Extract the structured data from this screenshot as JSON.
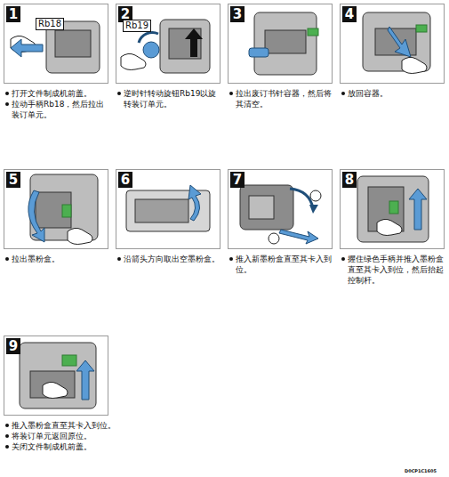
{
  "diagram": {
    "nodes": [
      {
        "text": [
          "1",
          "打开文件制成机前盖。",
          "拉动手柄Rb18，然后拉出装订单元。"
        ]
      },
      {
        "text": [
          "2",
          "逆时针转动旋钮Rb19以旋转装订单元。"
        ]
      },
      {
        "text": [
          "3",
          "拉出废订书针容器，然后将其清空。"
        ]
      },
      {
        "text": [
          "4",
          "放回容器。"
        ]
      },
      {
        "text": [
          "5",
          "拉出墨粉盒。"
        ]
      },
      {
        "text": [
          "6",
          "沿箭头方向取出空墨粉盒。"
        ]
      },
      {
        "text": [
          "7",
          "推入新墨粉盒直至其卡入到位。"
        ]
      },
      {
        "text": [
          "8",
          "握住绿色手柄并推入墨粉盒直至其卡入到位，然后抬起控制杆。"
        ]
      },
      {
        "text": [
          "9",
          "推入墨粉盒直至其卡入到位。",
          "将装订单元返回原位。",
          "关闭文件制成机前盖。"
        ]
      }
    ],
    "labels": [
      "Rb18",
      "Rb19",
      "D0CP1C1605"
    ]
  }
}
